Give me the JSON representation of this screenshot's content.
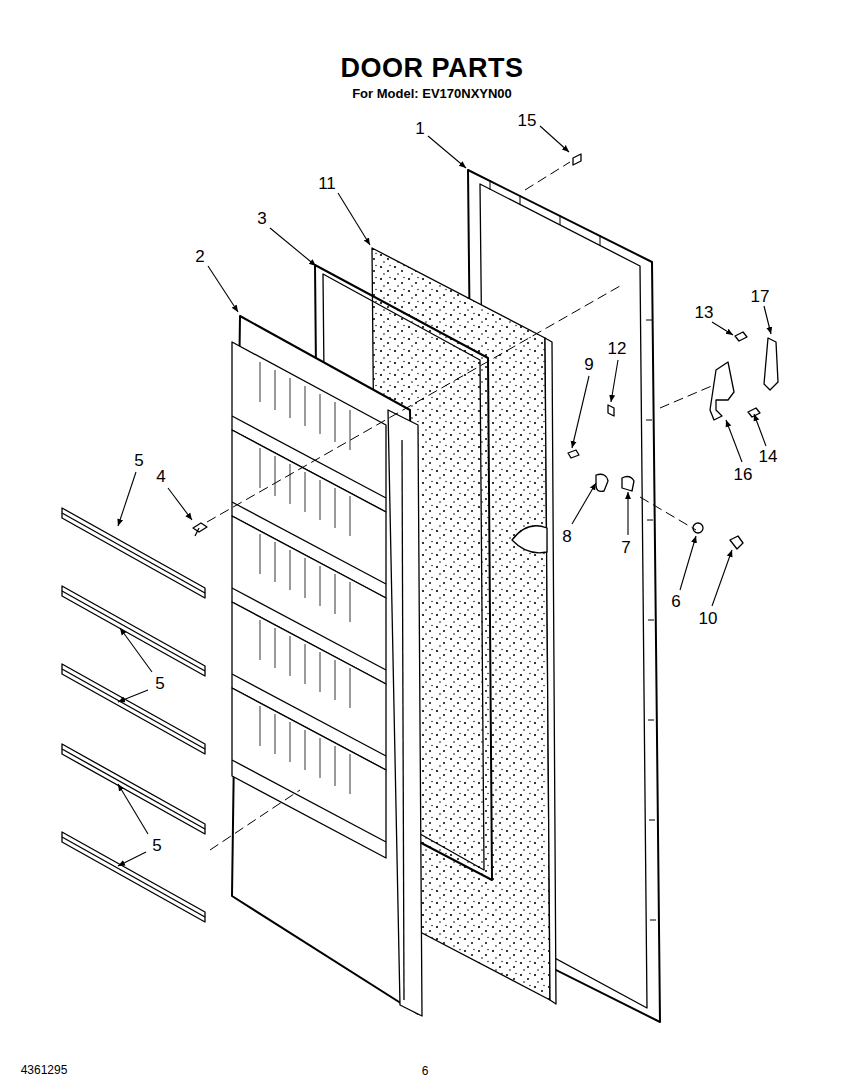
{
  "diagram": {
    "title": "DOOR PARTS",
    "labels": [
      "For Model: EV170NXYN00",
      "1",
      "15",
      "11",
      "3",
      "2",
      "17",
      "13",
      "12",
      "9",
      "5",
      "4",
      "8",
      "7",
      "16",
      "14",
      "6",
      "10",
      "5",
      "5",
      "4361295",
      "6"
    ]
  }
}
